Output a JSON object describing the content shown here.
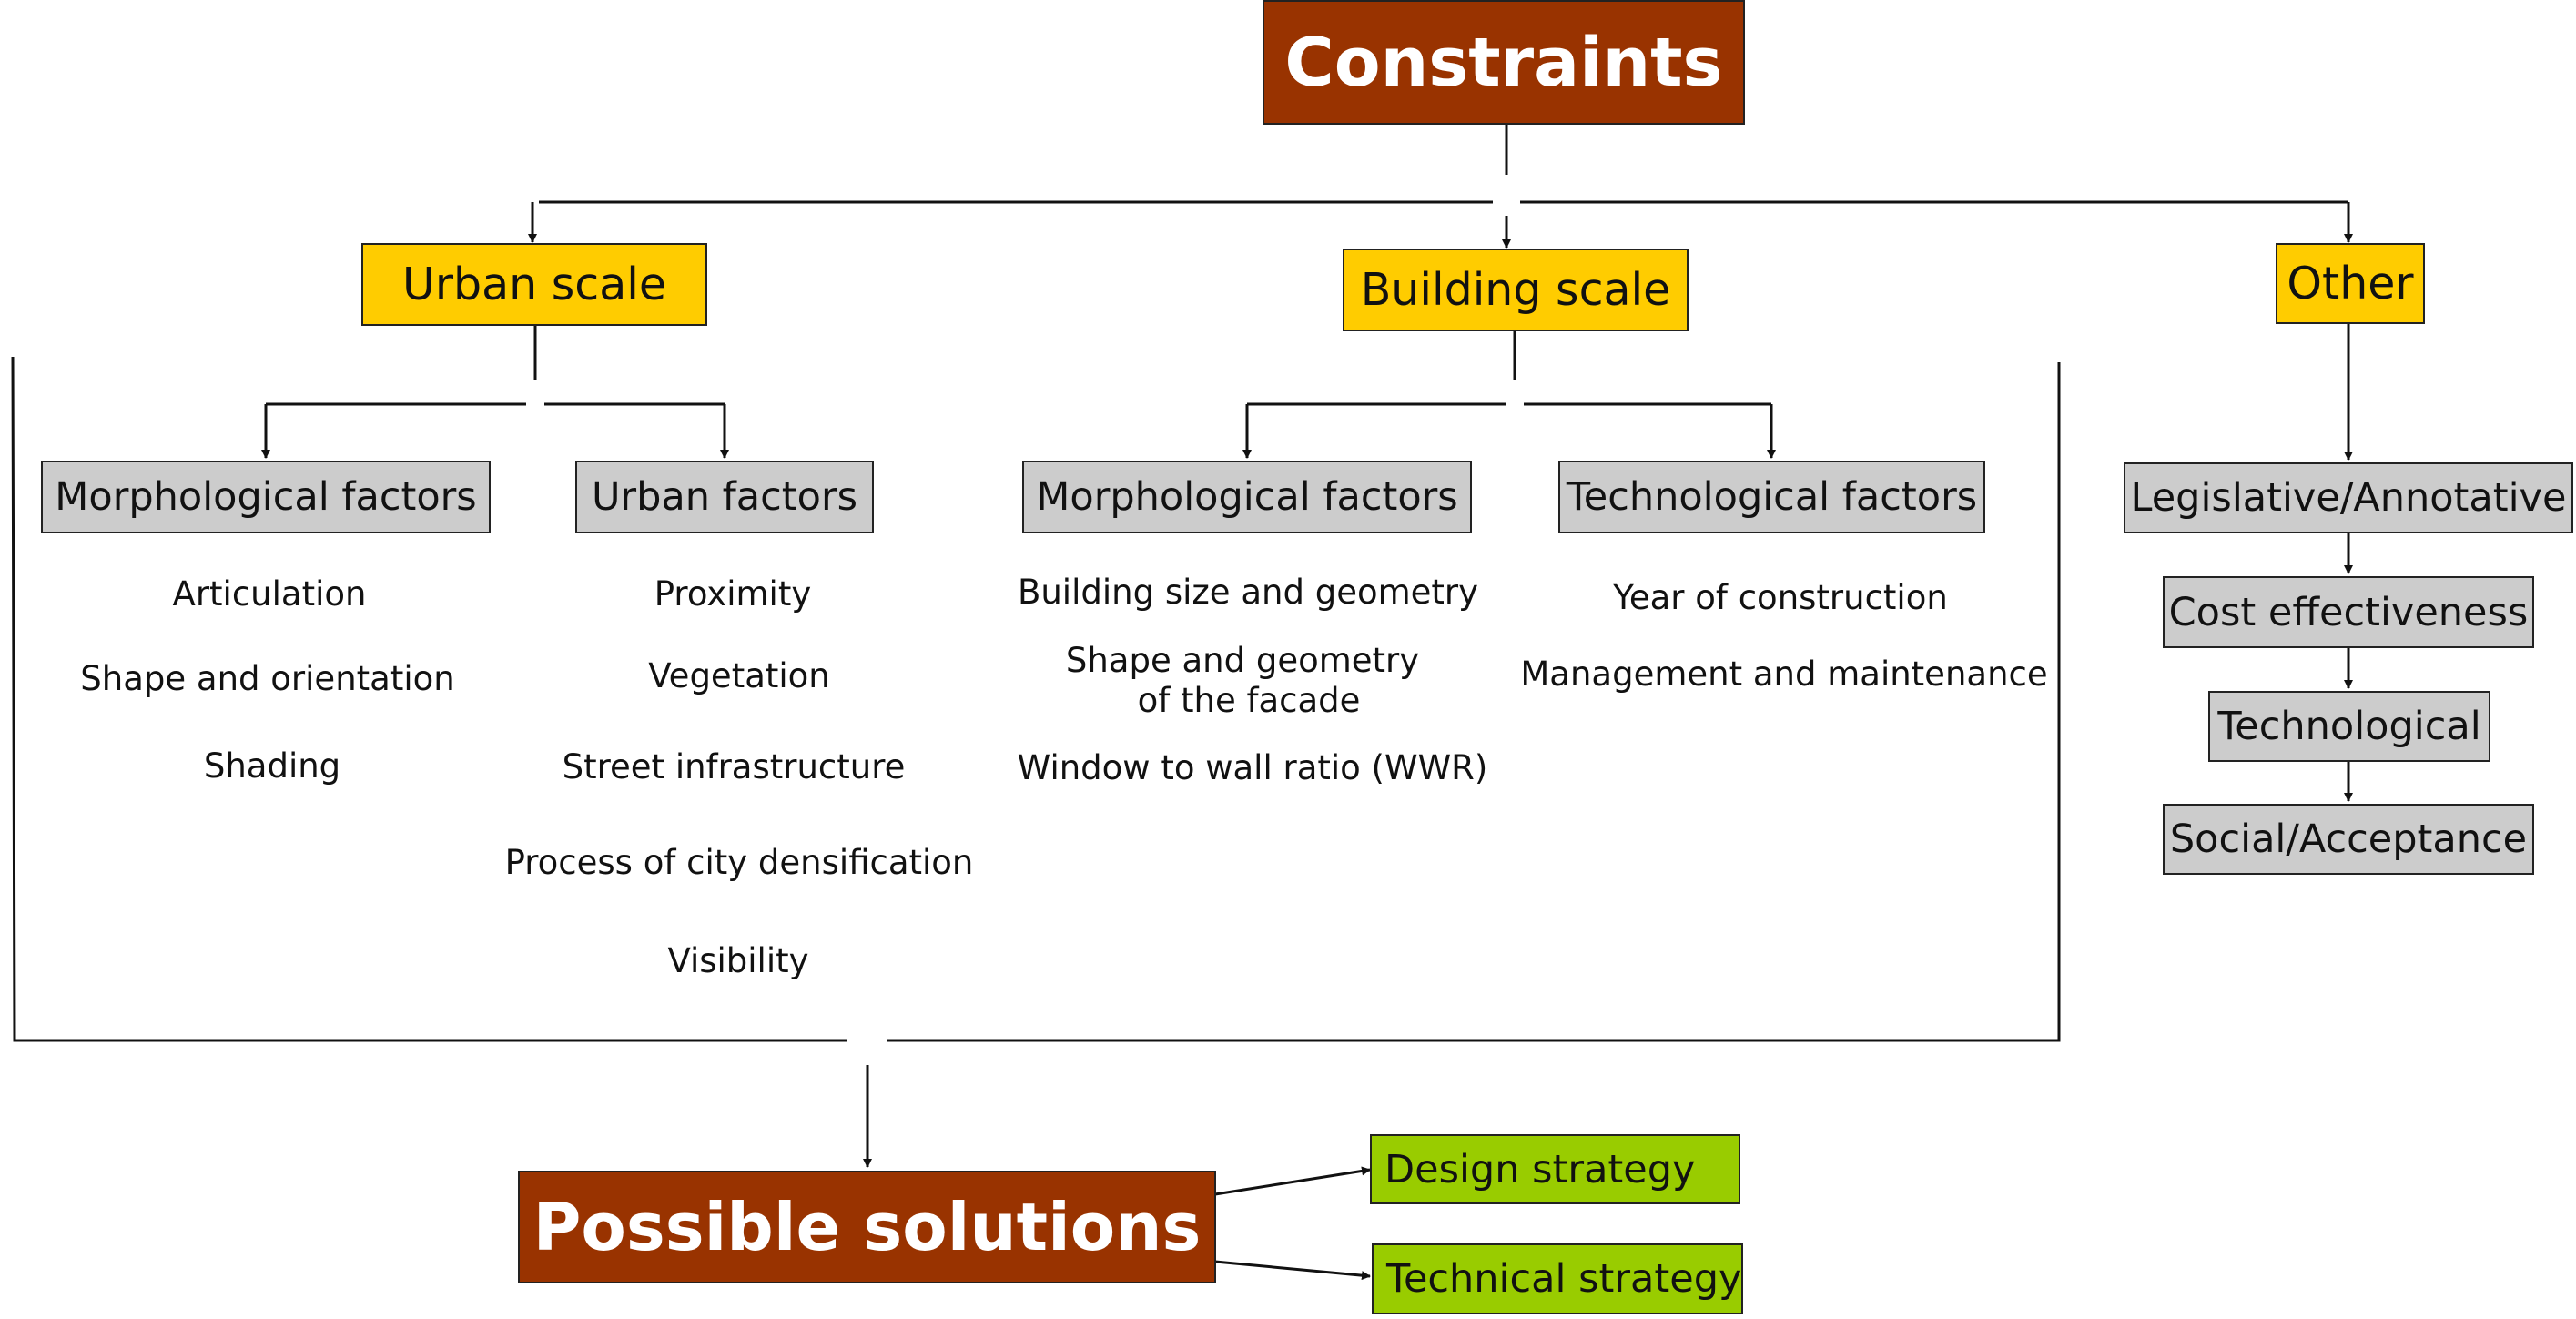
{
  "colors": {
    "title_fill": "#993300",
    "scale_fill": "#ffcc00",
    "factor_fill": "#cccccc",
    "strategy_fill": "#99cc00",
    "line": "#111111"
  },
  "constraints": {
    "label": "Constraints"
  },
  "urban": {
    "label": "Urban scale",
    "morphological": {
      "label": "Morphological factors",
      "items": [
        "Articulation",
        "Shape and orientation",
        "Shading"
      ]
    },
    "urban_factors": {
      "label": "Urban factors",
      "items": [
        "Proximity",
        "Vegetation",
        "Street infrastructure",
        "Process of city densification",
        "Visibility"
      ]
    }
  },
  "building": {
    "label": "Building scale",
    "morphological": {
      "label": "Morphological factors",
      "items": [
        "Building size and geometry",
        "Shape and geometry",
        "of the facade",
        "Window to wall ratio (WWR)"
      ]
    },
    "technological": {
      "label": "Technological factors",
      "items": [
        "Year of construction",
        "Management and maintenance"
      ]
    }
  },
  "other": {
    "label": "Other",
    "chain": [
      "Legislative/Annotative",
      "Cost effectiveness",
      "Technological",
      "Social/Acceptance"
    ]
  },
  "solutions": {
    "label": "Possible solutions",
    "strategies": [
      "Design strategy",
      "Technical strategy"
    ]
  }
}
